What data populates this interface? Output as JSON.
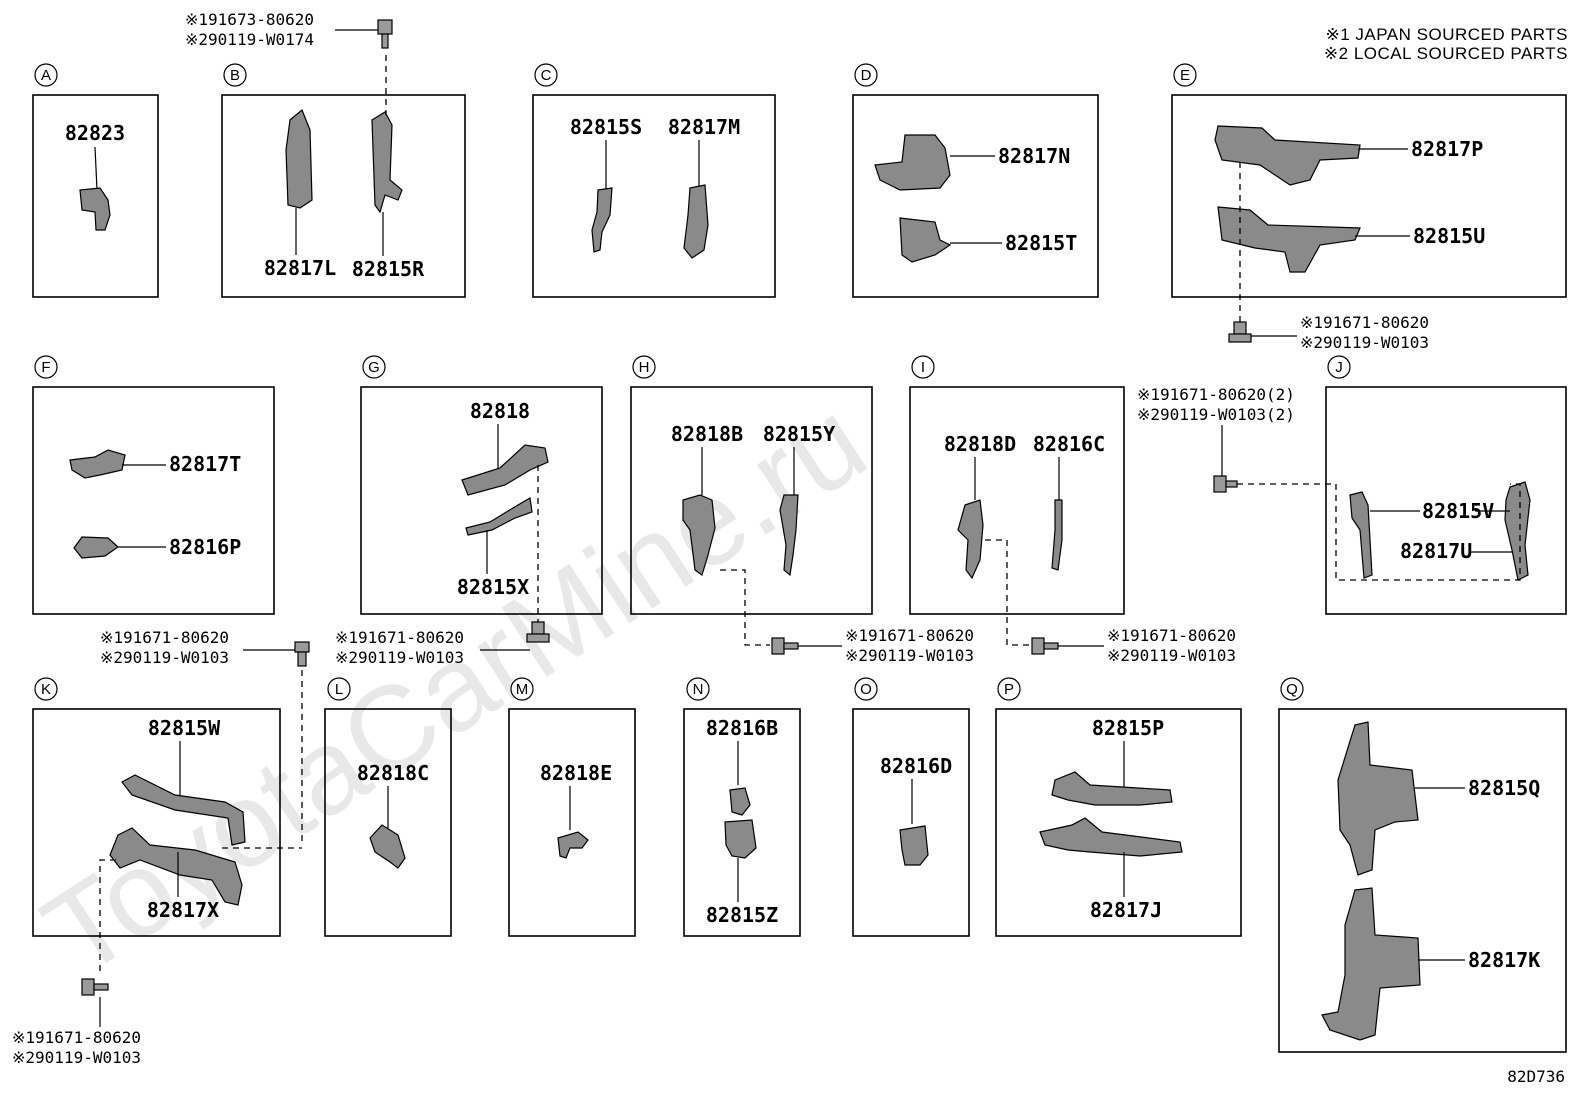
{
  "legend": {
    "line1": "※1 JAPAN SOURCED PARTS",
    "line2": "※2 LOCAL SOURCED PARTS"
  },
  "watermark": "ToyotaCarMine.ru",
  "diagram_code": "82D736",
  "groups": {
    "A": {
      "letter": "A",
      "parts": [
        "82823"
      ]
    },
    "B": {
      "letter": "B",
      "parts": [
        "82817L",
        "82815R"
      ]
    },
    "C": {
      "letter": "C",
      "parts": [
        "82815S",
        "82817M"
      ]
    },
    "D": {
      "letter": "D",
      "parts": [
        "82817N",
        "82815T"
      ]
    },
    "E": {
      "letter": "E",
      "parts": [
        "82817P",
        "82815U"
      ]
    },
    "F": {
      "letter": "F",
      "parts": [
        "82817T",
        "82816P"
      ]
    },
    "G": {
      "letter": "G",
      "parts": [
        "82818",
        "82815X"
      ]
    },
    "H": {
      "letter": "H",
      "parts": [
        "82818B",
        "82815Y"
      ]
    },
    "I": {
      "letter": "I",
      "parts": [
        "82818D",
        "82816C"
      ]
    },
    "J": {
      "letter": "J",
      "parts": [
        "82815V",
        "82817U"
      ]
    },
    "K": {
      "letter": "K",
      "parts": [
        "82815W",
        "82817X"
      ]
    },
    "L": {
      "letter": "L",
      "parts": [
        "82818C"
      ]
    },
    "M": {
      "letter": "M",
      "parts": [
        "82818E"
      ]
    },
    "N": {
      "letter": "N",
      "parts": [
        "82816B",
        "82815Z"
      ]
    },
    "O": {
      "letter": "O",
      "parts": [
        "82816D"
      ]
    },
    "P": {
      "letter": "P",
      "parts": [
        "82815P",
        "82817J"
      ]
    },
    "Q": {
      "letter": "Q",
      "parts": [
        "82815Q",
        "82817K"
      ]
    }
  },
  "bolts": {
    "b_top": {
      "l1": "※191673-80620",
      "l2": "※290119-W0174"
    },
    "e": {
      "l1": "※191671-80620",
      "l2": "※290119-W0103"
    },
    "j": {
      "l1": "※191671-80620(2)",
      "l2": "※290119-W0103(2)"
    },
    "f": {
      "l1": "※191671-80620",
      "l2": "※290119-W0103"
    },
    "g": {
      "l1": "※191671-80620",
      "l2": "※290119-W0103"
    },
    "h": {
      "l1": "※191671-80620",
      "l2": "※290119-W0103"
    },
    "i": {
      "l1": "※191671-80620",
      "l2": "※290119-W0103"
    },
    "k": {
      "l1": "※191671-80620",
      "l2": "※290119-W0103"
    }
  }
}
